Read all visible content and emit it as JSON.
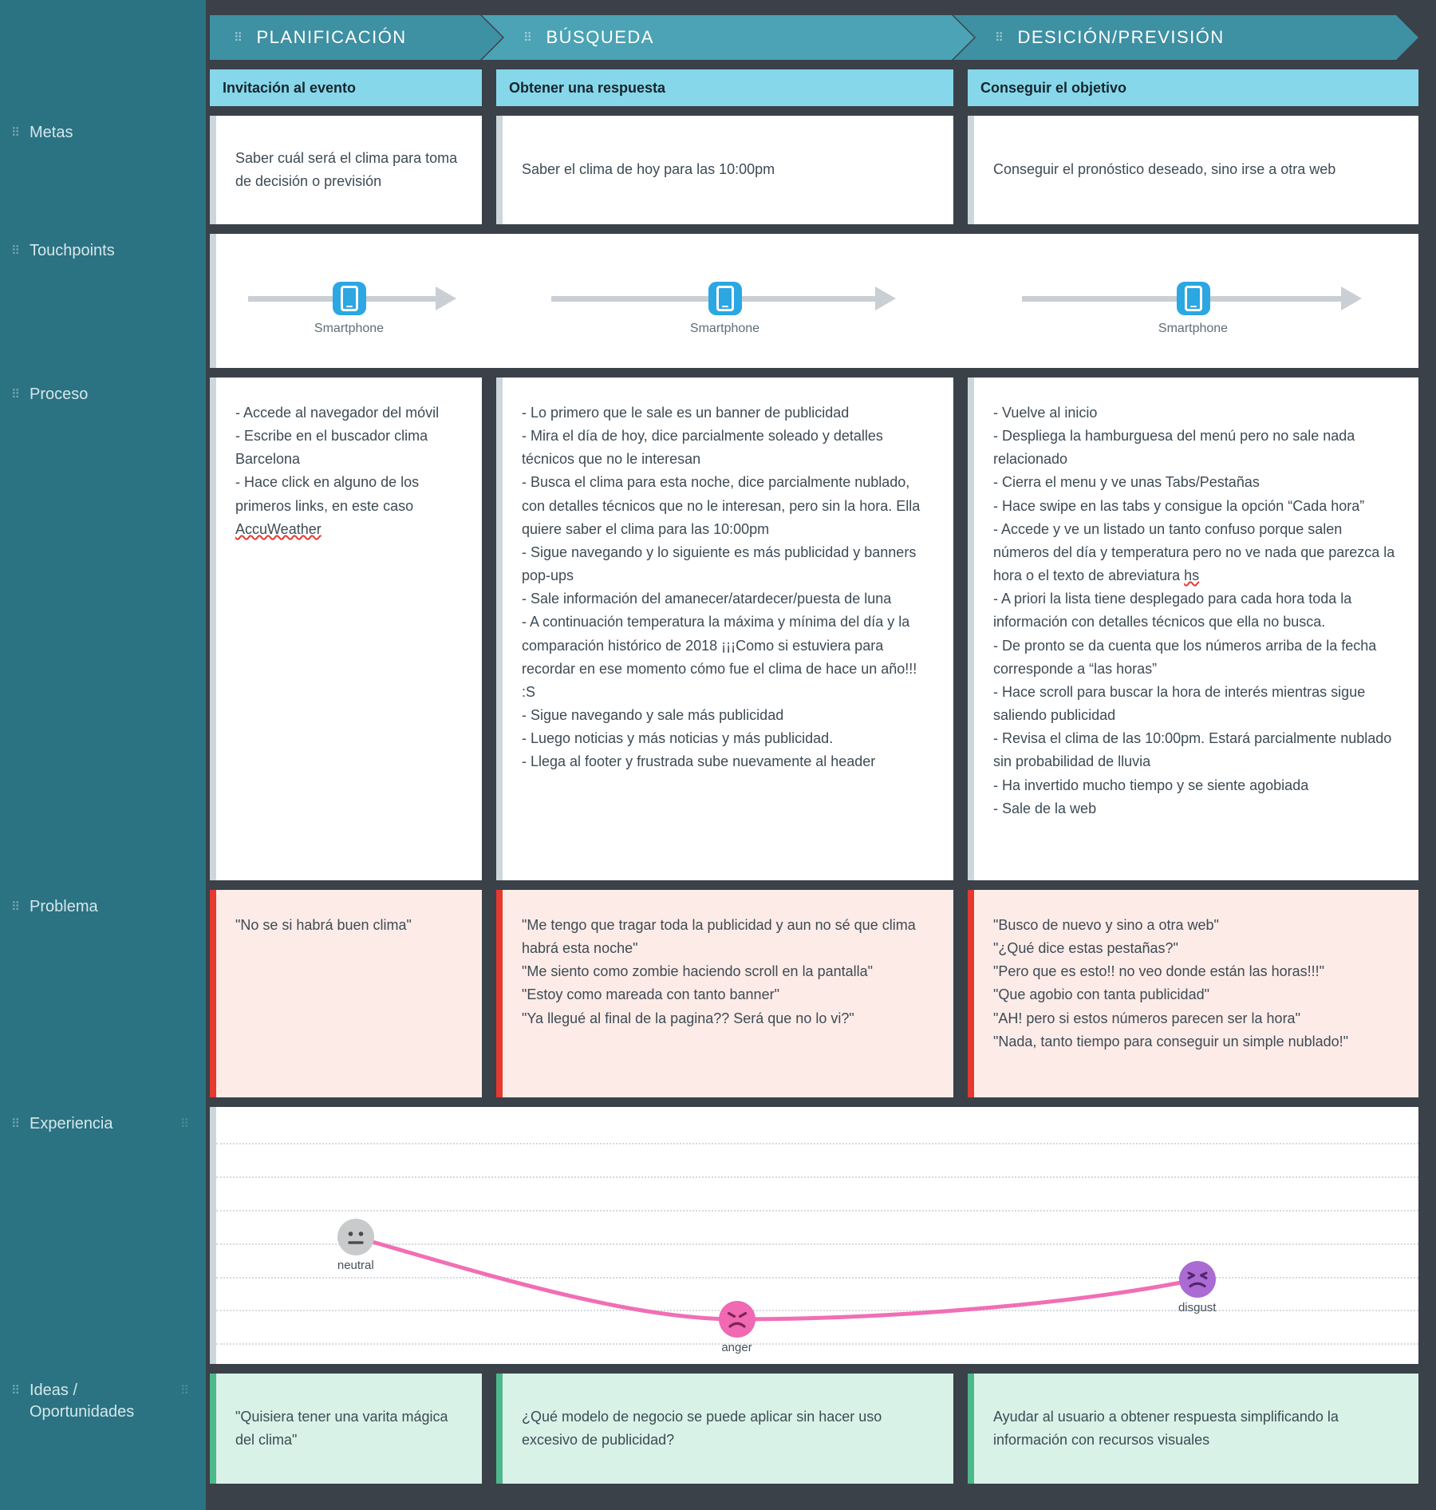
{
  "sidebar": {
    "rows": [
      {
        "label": "Metas"
      },
      {
        "label": "Touchpoints"
      },
      {
        "label": "Proceso"
      },
      {
        "label": "Problema"
      },
      {
        "label": "Experiencia"
      },
      {
        "label": "Ideas /\nOportunidades"
      }
    ]
  },
  "phases": [
    {
      "label": "PLANIFICACIÓN",
      "subgoal": "Invitación al evento"
    },
    {
      "label": "BÚSQUEDA",
      "subgoal": "Obtener una respuesta"
    },
    {
      "label": "DESICIÓN/PREVISIÓN",
      "subgoal": "Conseguir el objetivo"
    }
  ],
  "metas": [
    {
      "text": "Saber cuál será el clima para toma de decisión o previsión"
    },
    {
      "text": "Saber el clima de hoy para las 10:00pm"
    },
    {
      "text": "Conseguir el pronóstico deseado, sino irse a otra web"
    }
  ],
  "touchpoints": [
    {
      "label": "Smartphone"
    },
    {
      "label": "Smartphone"
    },
    {
      "label": "Smartphone"
    }
  ],
  "proceso": [
    {
      "text": "- Accede al navegador del móvil\n- Escribe en el buscador clima Barcelona\n- Hace click en alguno de los primeros links, en este caso AccuWeather"
    },
    {
      "text": "- Lo primero que le sale es un banner de publicidad\n- Mira el día de hoy, dice parcialmente soleado y detalles técnicos que no le interesan\n- Busca el clima para esta noche, dice parcialmente nublado, con detalles técnicos que no le interesan, pero sin la hora. Ella quiere saber el clima para las 10:00pm\n- Sigue navegando y lo siguiente es más publicidad y banners pop-ups\n- Sale información del amanecer/atardecer/puesta de luna\n- A continuación temperatura la máxima y mínima del día y la comparación histórico de 2018 ¡¡¡Como si estuviera para recordar en ese momento cómo fue el clima de hace un año!!! :S\n- Sigue navegando y sale más publicidad\n- Luego noticias y más noticias y más publicidad.\n- Llega al footer y frustrada sube nuevamente al header"
    },
    {
      "text": "- Vuelve al inicio\n- Despliega la hamburguesa del menú pero no sale nada relacionado\n- Cierra el menu y ve unas Tabs/Pestañas\n- Hace swipe en las tabs y consigue la opción “Cada hora”\n- Accede y ve un listado un tanto confuso porque salen números del día y temperatura pero no ve nada que parezca la hora o el texto de abreviatura hs\n- A priori la lista tiene desplegado para cada hora toda la información con detalles técnicos que ella no busca.\n- De pronto se da cuenta que los números arriba de la fecha corresponde a “las horas”\n- Hace scroll para buscar la hora de interés mientras sigue saliendo publicidad\n- Revisa el clima de las 10:00pm. Estará parcialmente nublado sin probabilidad de lluvia\n- Ha invertido mucho tiempo y se siente agobiada\n- Sale de la web"
    }
  ],
  "problema": [
    {
      "text": "\"No se si habrá buen clima\""
    },
    {
      "text": "\"Me tengo que tragar toda la publicidad y aun no sé que clima habrá esta noche\"\n\"Me siento como zombie haciendo scroll en la pantalla\"\n\"Estoy como mareada con tanto banner\"\n\"Ya llegué al final de la pagina?? Será que no lo vi?\""
    },
    {
      "text": "\"Busco de nuevo y sino a otra web\"\n\"¿Qué dice estas pestañas?\"\n\"Pero que es esto!! no veo donde están las horas!!!\"\n\"Que agobio con tanta publicidad\"\n\"AH! pero si estos números parecen ser la hora\"\n\"Nada, tanto tiempo para conseguir un simple nublado!\""
    }
  ],
  "experiencia": {
    "points": [
      {
        "label": "neutral"
      },
      {
        "label": "anger"
      },
      {
        "label": "disgust"
      }
    ]
  },
  "ideas": [
    {
      "text": "\"Quisiera tener una varita mágica del clima\""
    },
    {
      "text": "¿Qué modelo de negocio se puede aplicar sin hacer uso excesivo de publicidad?"
    },
    {
      "text": "Ayudar al usuario a obtener respuesta simplificando la información con recursos visuales"
    }
  ],
  "spellcheck_words": [
    "AccuWeather",
    "hs"
  ],
  "colors": {
    "sidebar": "#2b7382",
    "board_bg": "#3a4149",
    "phase_arrow": "#3e90a3",
    "phase_arrow_mid": "#4ba3b5",
    "subgoal_bar": "#87d7ea",
    "problem_accent": "#e6392f",
    "idea_accent": "#4db88b",
    "curve_pink": "#f16eb5",
    "smartphone_blue": "#2ba7e2"
  }
}
